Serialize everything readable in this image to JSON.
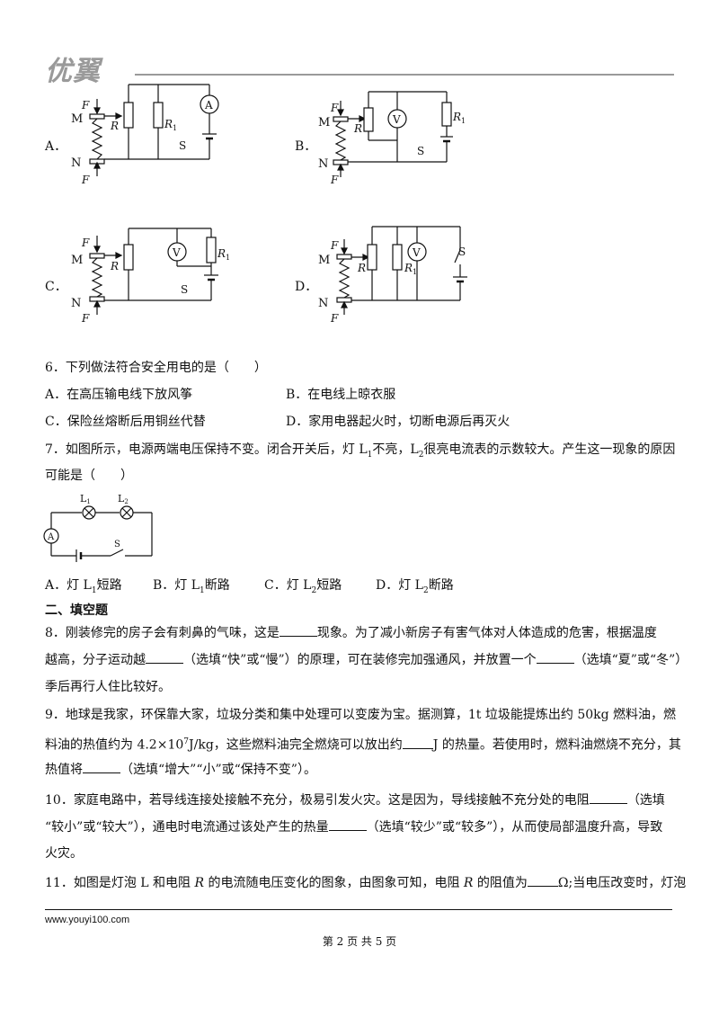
{
  "header": {
    "logo_text": "优翼"
  },
  "circuits": {
    "A": {
      "label": "A．",
      "F_top": "F",
      "F_bottom": "F",
      "M": "M",
      "N": "N",
      "R": "R",
      "R1": "R",
      "R1_sub": "1",
      "meter": "A",
      "S": "S"
    },
    "B": {
      "label": "B．",
      "F_top": "F",
      "F_bottom": "F",
      "M": "M",
      "N": "N",
      "R": "R",
      "R1": "R",
      "R1_sub": "1",
      "meter": "V",
      "S": "S"
    },
    "C": {
      "label": "C．",
      "F_top": "F",
      "F_bottom": "F",
      "M": "M",
      "N": "N",
      "R": "R",
      "R1": "R",
      "R1_sub": "1",
      "meter": "V",
      "S": "S"
    },
    "D": {
      "label": "D．",
      "F_top": "F",
      "F_bottom": "F",
      "M": "M",
      "N": "N",
      "R": "R",
      "R1": "R",
      "R1_sub": "1",
      "meter": "V",
      "S": "S"
    }
  },
  "q6": {
    "stem": "6．下列做法符合安全用电的是（　　）",
    "A": "A．在高压输电线下放风筝",
    "B": "B．在电线上晾衣服",
    "C": "C．保险丝熔断后用铜丝代替",
    "D": "D．家用电器起火时，切断电源后再灭火"
  },
  "q7": {
    "stem1_a": "7．如图所示，电源两端电压保持不变。闭合开关后，灯 L",
    "stem1_sub1": "1",
    "stem1_b": "不亮，L",
    "stem1_sub2": "2",
    "stem1_c": "很亮电流表的示数较大。产生这一现象的原因",
    "stem2": "可能是（　　）",
    "fig": {
      "L1": "L",
      "L1_sub": "1",
      "L2": "L",
      "L2_sub": "2",
      "meter": "A",
      "S": "S"
    },
    "A_pre": "A．灯 L",
    "A_sub": "1",
    "A_post": "短路",
    "B_pre": "B．灯 L",
    "B_sub": "1",
    "B_post": "断路",
    "C_pre": "C．灯 L",
    "C_sub": "2",
    "C_post": "短路",
    "D_pre": "D．灯 L",
    "D_sub": "2",
    "D_post": "断路"
  },
  "section2": {
    "title": "二、填空题"
  },
  "q8": {
    "l1_a": "8．刚装修完的房子会有刺鼻的气味，这是",
    "l1_b": "现象。为了减小新房子有害气体对人体造成的危害，根据温度",
    "l2_a": "越高，分子运动越",
    "l2_b": "（选填“快”或“慢”）的原理，可在装修完加强通风，并放置一个",
    "l2_c": "（选填“夏”或“冬”）",
    "l3": "季后再行人住比较好。"
  },
  "q9": {
    "l1": "9．地球是我家，环保靠大家，垃圾分类和集中处理可以变废为宝。据测算，1t 垃圾能提炼出约 50kg 燃料油，燃",
    "l2_a": "料油的热值约为 4.2×10",
    "l2_sup": "7",
    "l2_b": "J/kg，这些燃料油完全燃烧可以放出约",
    "l2_c": "J 的热量。若使用时，燃料油燃烧不充分，其",
    "l3_a": "热值将",
    "l3_b": "（选填“增大”“小”或“保持不变”）。"
  },
  "q10": {
    "l1_a": "10．家庭电路中，若导线连接处接触不充分，极易引发火灾。这是因为，导线接触不充分处的电阻",
    "l1_b": "（选填",
    "l2_a": "“较小”或“较大”），通电时电流通过该处产生的热量",
    "l2_b": "（选填“较少”或“较多”），从而使局部温度升高，导致",
    "l3": "火灾。"
  },
  "q11": {
    "l1_a": "11．如图是灯泡 L 和电阻 ",
    "l1_R1": "R",
    "l1_b": " 的电流随电压变化的图象，由图象可知，电阻 ",
    "l1_R2": "R",
    "l1_c": " 的阻值为",
    "l1_d": "Ω;当电压改变时，灯泡"
  },
  "footer": {
    "url": "www.youyi100.com",
    "page": "第 2 页 共 5 页"
  }
}
